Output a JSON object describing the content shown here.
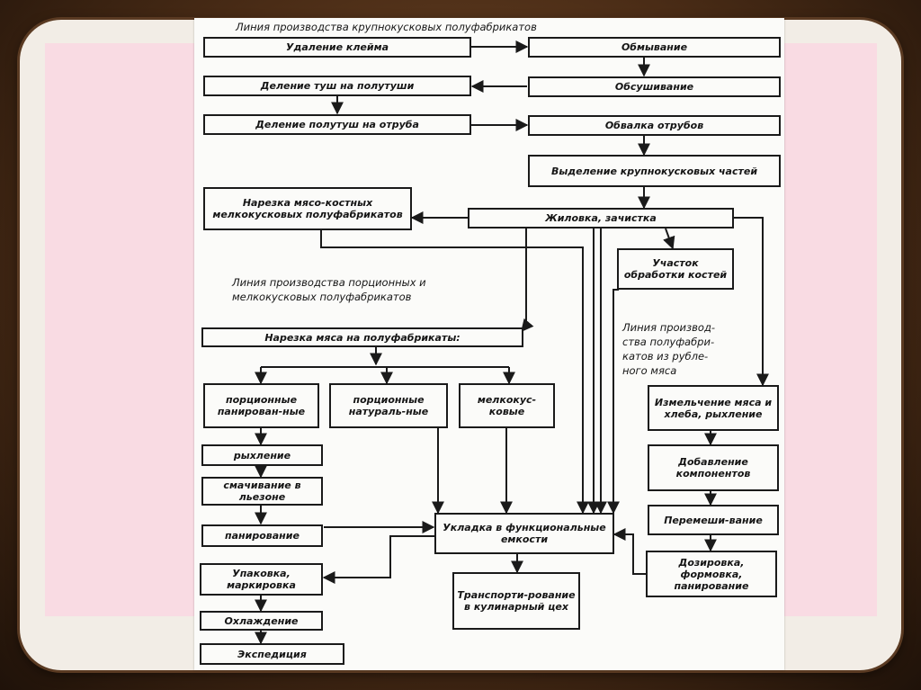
{
  "labels": {
    "title_top": "Линия производства крупнокусковых полуфабрикатов",
    "title_portion": "Линия производства порционных и\nмелкокусковых полуфабрикатов",
    "title_minced": "Линия производ-\nства полуфабри-\nкатов из рубле-\nного мяса"
  },
  "boxes": {
    "udalenie": "Удаление клейма",
    "obmyvanie": "Обмывание",
    "delenie_tush": "Деление туш на полутуши",
    "obsushivanie": "Обсушивание",
    "delenie_polutush": "Деление полутуш на отруба",
    "obvalka": "Обвалка отрубов",
    "vydelenie": "Выделение крупнокусковых частей",
    "narezka_myaso_kostnyh": "Нарезка мясо-костных мелкокусковых полуфабрикатов",
    "zhilovka": "Жиловка, зачистка",
    "uchastok": "Участок обработки костей",
    "narezka_myasa": "Нарезка мяса на полуфабрикаты:",
    "porc_panir": "порционные панирован-ные",
    "porc_natur": "порционные натураль-ные",
    "melkokus": "мелкокус-ковые",
    "izmelchenie": "Измельчение мяса и хлеба, рыхление",
    "ryhlenie": "рыхление",
    "dobavlenie": "Добавление компонентов",
    "smachivanie": "смачивание в льезоне",
    "peremeshivanie": "Перемеши-вание",
    "panirovanie": "панирование",
    "ukladka": "Укладка в функциональные емкости",
    "dozirovka": "Дозировка, формовка, панирование",
    "upakovka": "Упаковка, маркировка",
    "transport": "Транспорти-рование в кулинарный цех",
    "ohlazhdenie": "Охлаждение",
    "ekspediciya": "Экспедиция"
  }
}
